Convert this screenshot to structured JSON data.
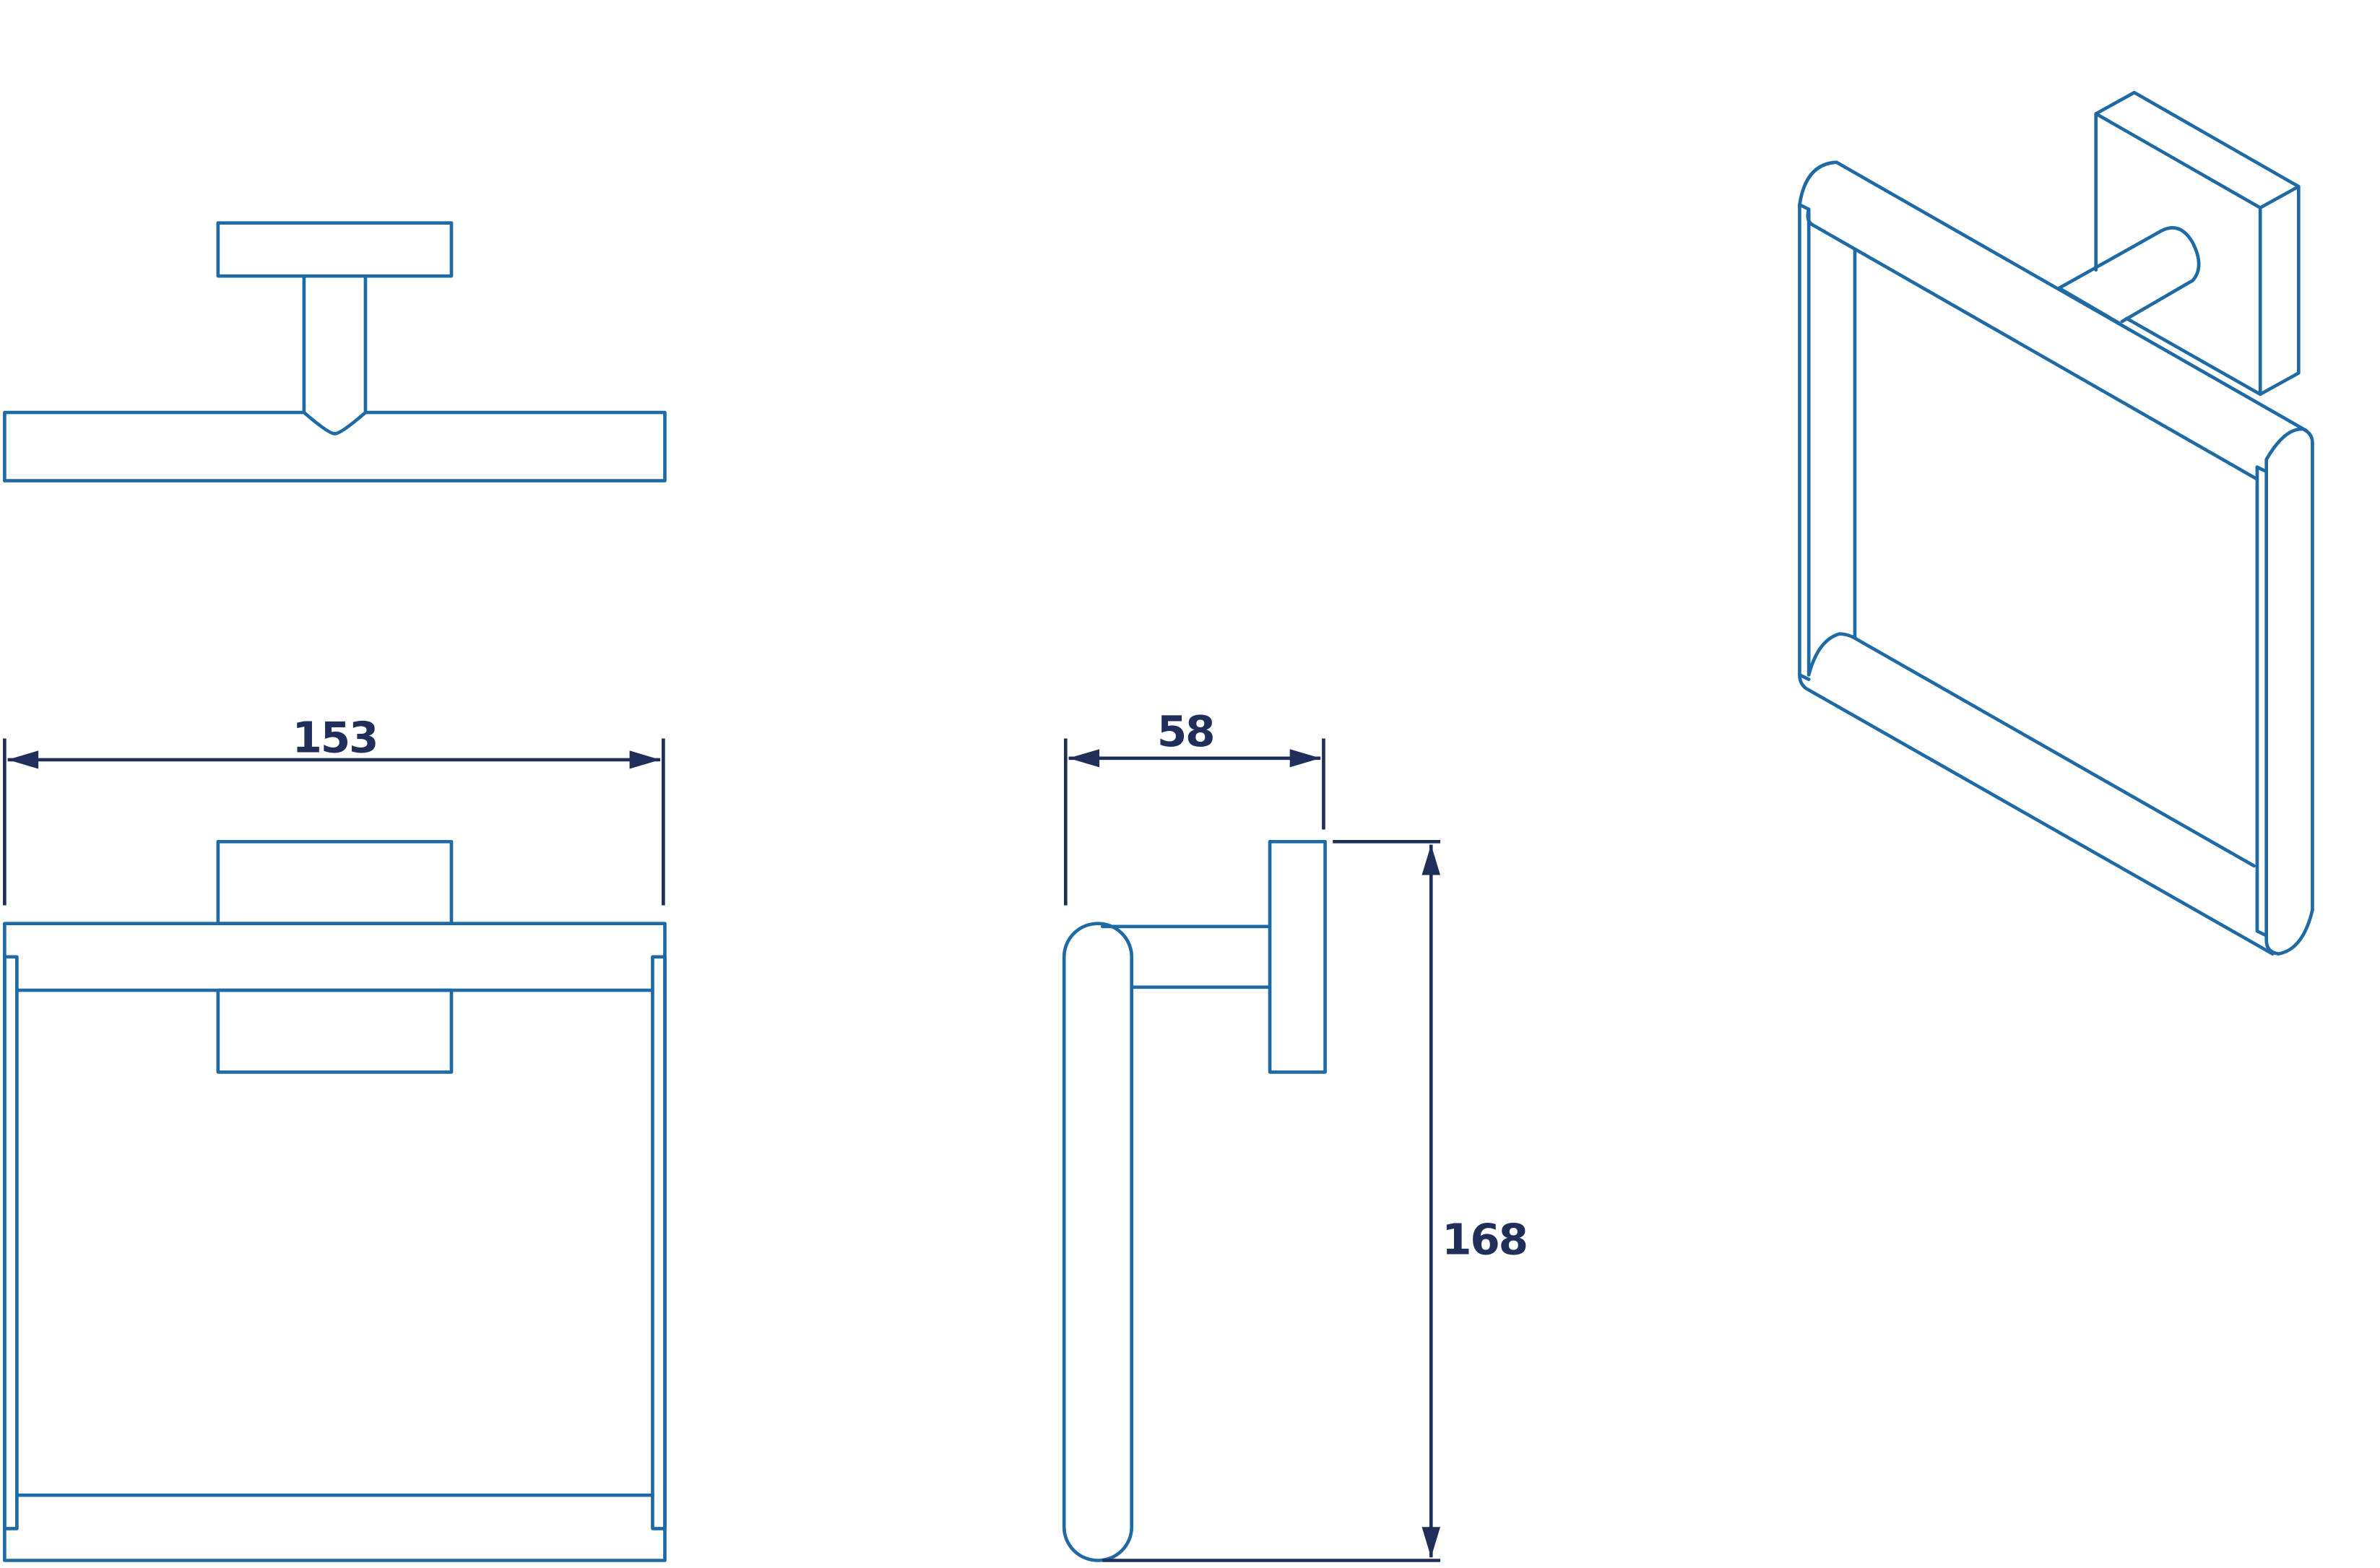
{
  "colors": {
    "part_line": "#1f6aa5",
    "dimension_line": "#1f2f5a",
    "background": "#ffffff"
  },
  "dimensions": {
    "width": "153",
    "depth": "58",
    "height": "168"
  }
}
